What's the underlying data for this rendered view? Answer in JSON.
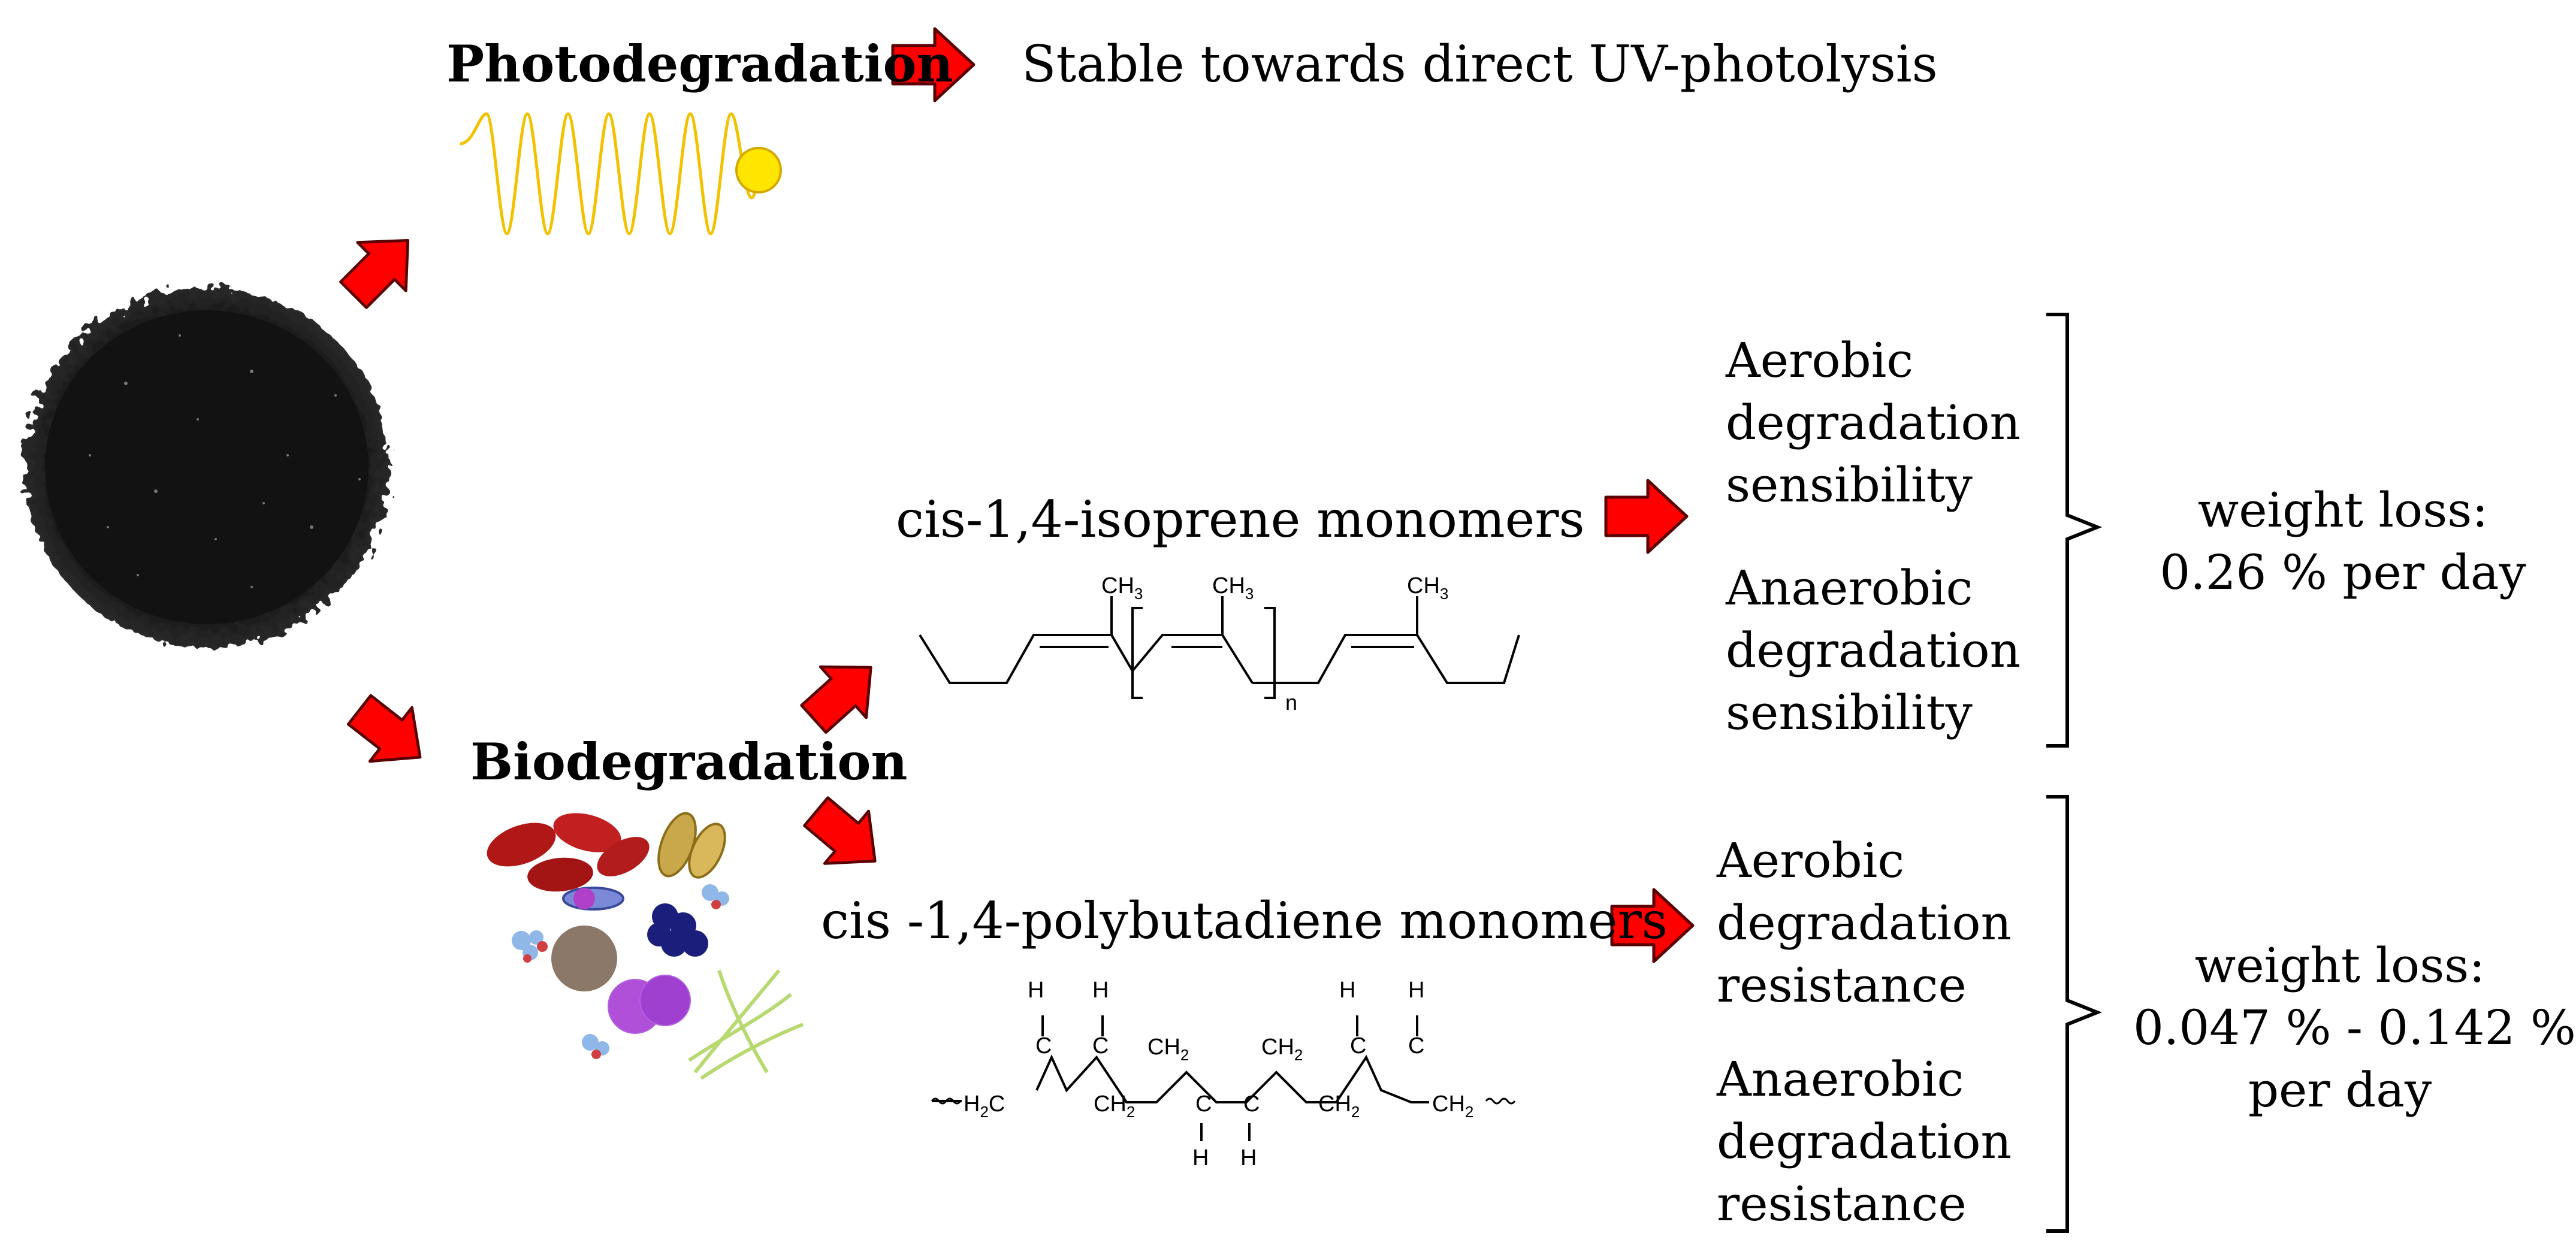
{
  "photodegradation": {
    "title": "Photodegradation",
    "result": "Stable towards direct UV-photolysis"
  },
  "biodegradation": {
    "title": "Biodegradation"
  },
  "isoprene": {
    "label": "cis-1,4-isoprene monomers",
    "methyl": "CH3",
    "repeat_n": "n",
    "aerobic": [
      "Aerobic",
      "degradation",
      "sensibility"
    ],
    "anaerobic": [
      "Anaerobic",
      "degradation",
      "sensibility"
    ],
    "weight_loss": [
      "weight loss:",
      "0.26 % per day"
    ]
  },
  "polybutadiene": {
    "label": "cis -1,4-polybutadiene monomers",
    "h": "H",
    "c": "C",
    "ch2": "CH2",
    "h2c": "H2C",
    "aerobic": [
      "Aerobic",
      "degradation",
      "resistance"
    ],
    "anaerobic": [
      "Anaerobic",
      "degradation",
      "resistance"
    ],
    "weight_loss": [
      "weight loss:",
      "0.047 % - 0.142 %",
      "per day"
    ]
  },
  "colors": {
    "arrow_fill": "#ff0000",
    "arrow_stroke": "#5a0000",
    "wave": "#f2c200",
    "sun": "#ffe600",
    "sun_stroke": "#d4a800",
    "granules": "#151515"
  },
  "icons": [
    "rubber-granules-icon",
    "uv-wave-icon",
    "sun-icon",
    "microorganisms-icon"
  ]
}
